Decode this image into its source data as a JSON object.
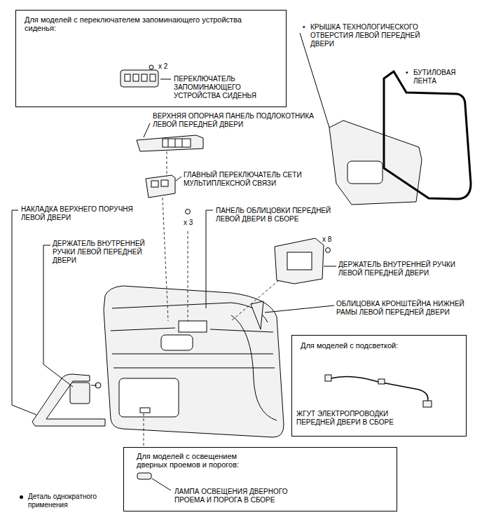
{
  "diagram": {
    "nodes": [
      {
        "text": [
          "Для моделей с переключателем запоминающего устройства сиденья:",
          "x 2",
          "ПЕРЕКЛЮЧАТЕЛЬ ЗАПОМИНАЮЩЕГО УСТРОЙСТВА СИДЕНЬЯ"
        ]
      },
      {
        "text": [
          "Для моделей с подсветкой:",
          "ЖГУТ ЭЛЕКТРОПРОВОДКИ ПЕРЕДНЕЙ ДВЕРИ В СБОРЕ"
        ]
      },
      {
        "text": [
          "Для моделей с освещением дверных проемов и порогов:",
          "ЛАМПА ОСВЕЩЕНИЯ ДВЕРНОГО ПРОЕМА И ПОРОГА В СБОРЕ"
        ]
      }
    ],
    "edges": [],
    "labels": [
      "ВЕРХНЯЯ ОПОРНАЯ ПАНЕЛЬ ПОДЛОКОТНИКА ЛЕВОЙ ПЕРЕДНЕЙ ДВЕРИ",
      "ГЛАВНЫЙ ПЕРЕКЛЮЧАТЕЛЬ СЕТИ МУЛЬТИПЛЕКСНОЙ СВЯЗИ",
      "x 3",
      "НАКЛАДКА ВЕРХНЕГО ПОРУЧНЯ ЛЕВОЙ ДВЕРИ",
      "ПАНЕЛЬ ОБЛИЦОВКИ ПЕРЕДНЕЙ ЛЕВОЙ ДВЕРИ В СБОРЕ",
      "ДЕРЖАТЕЛЬ ВНУТРЕННЕЙ РУЧКИ ЛЕВОЙ ПЕРЕДНЕЙ ДВЕРИ",
      "x 8",
      "ДЕРЖАТЕЛЬ ВНУТРЕННЕЙ РУЧКИ ЛЕВОЙ ПЕРЕДНЕЙ ДВЕРИ",
      "ОБЛИЦОВКА КРОНШТЕЙНА НИЖНЕЙ РАМЫ ЛЕВОЙ ПЕРЕДНЕЙ ДВЕРИ",
      "•",
      "КРЫШКА ТЕХНОЛОГИЧЕСКОГО ОТВЕРСТИЯ ЛЕВОЙ ПЕРЕДНЕЙ ДВЕРИ",
      "•",
      "БУТИЛОВАЯ ЛЕНТА"
    ],
    "legend": [
      {
        "text": "Деталь однократного применения"
      }
    ]
  }
}
